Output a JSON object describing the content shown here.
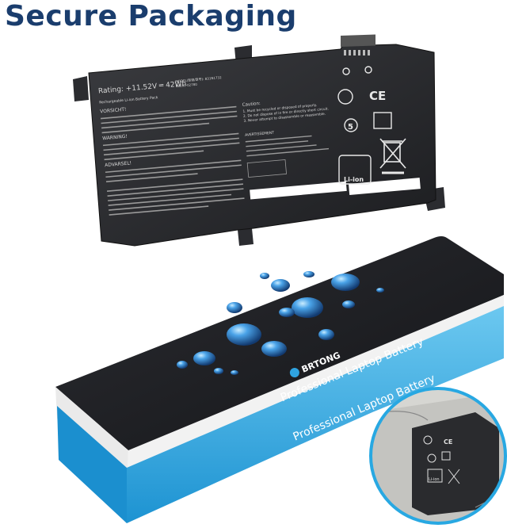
{
  "header": {
    "title": "Secure Packaging"
  },
  "battery": {
    "rating": "Rating: +11.52V ═ 42Wh",
    "model_line": "MODEL(型號/型号): B31N1732",
    "part_line": "0B200-02780",
    "rechargeable": "Rechargeable Li-ion Battery Pack",
    "caption_left": [
      "VORSICHT!",
      "WARNING!",
      "ADVARSEL!"
    ],
    "caution_title": "Caution:",
    "caution_lines": [
      "1. Must be recycled or disposed of properly.",
      "2. Do not dispose of in fire or directly short circuit.",
      "3. Never attempt to disassemble or reassemble."
    ],
    "avertissement": "AVERTISSEMENT",
    "symbol_ce": "CE",
    "symbol_liion": "Li-ion"
  },
  "box": {
    "brand": "BRTONG",
    "slogan_top": "Professional Laptop Battery",
    "slogan_side": "Professional Laptop Battery"
  },
  "inset": {
    "ce": "CE",
    "liion": "Li-ion"
  },
  "colors": {
    "title": "#1a3d6d",
    "battery_body": "#2a2b2e",
    "box_top": "#1f2024",
    "box_side": "#28a8e2",
    "bubble": "#3a8ed6"
  }
}
